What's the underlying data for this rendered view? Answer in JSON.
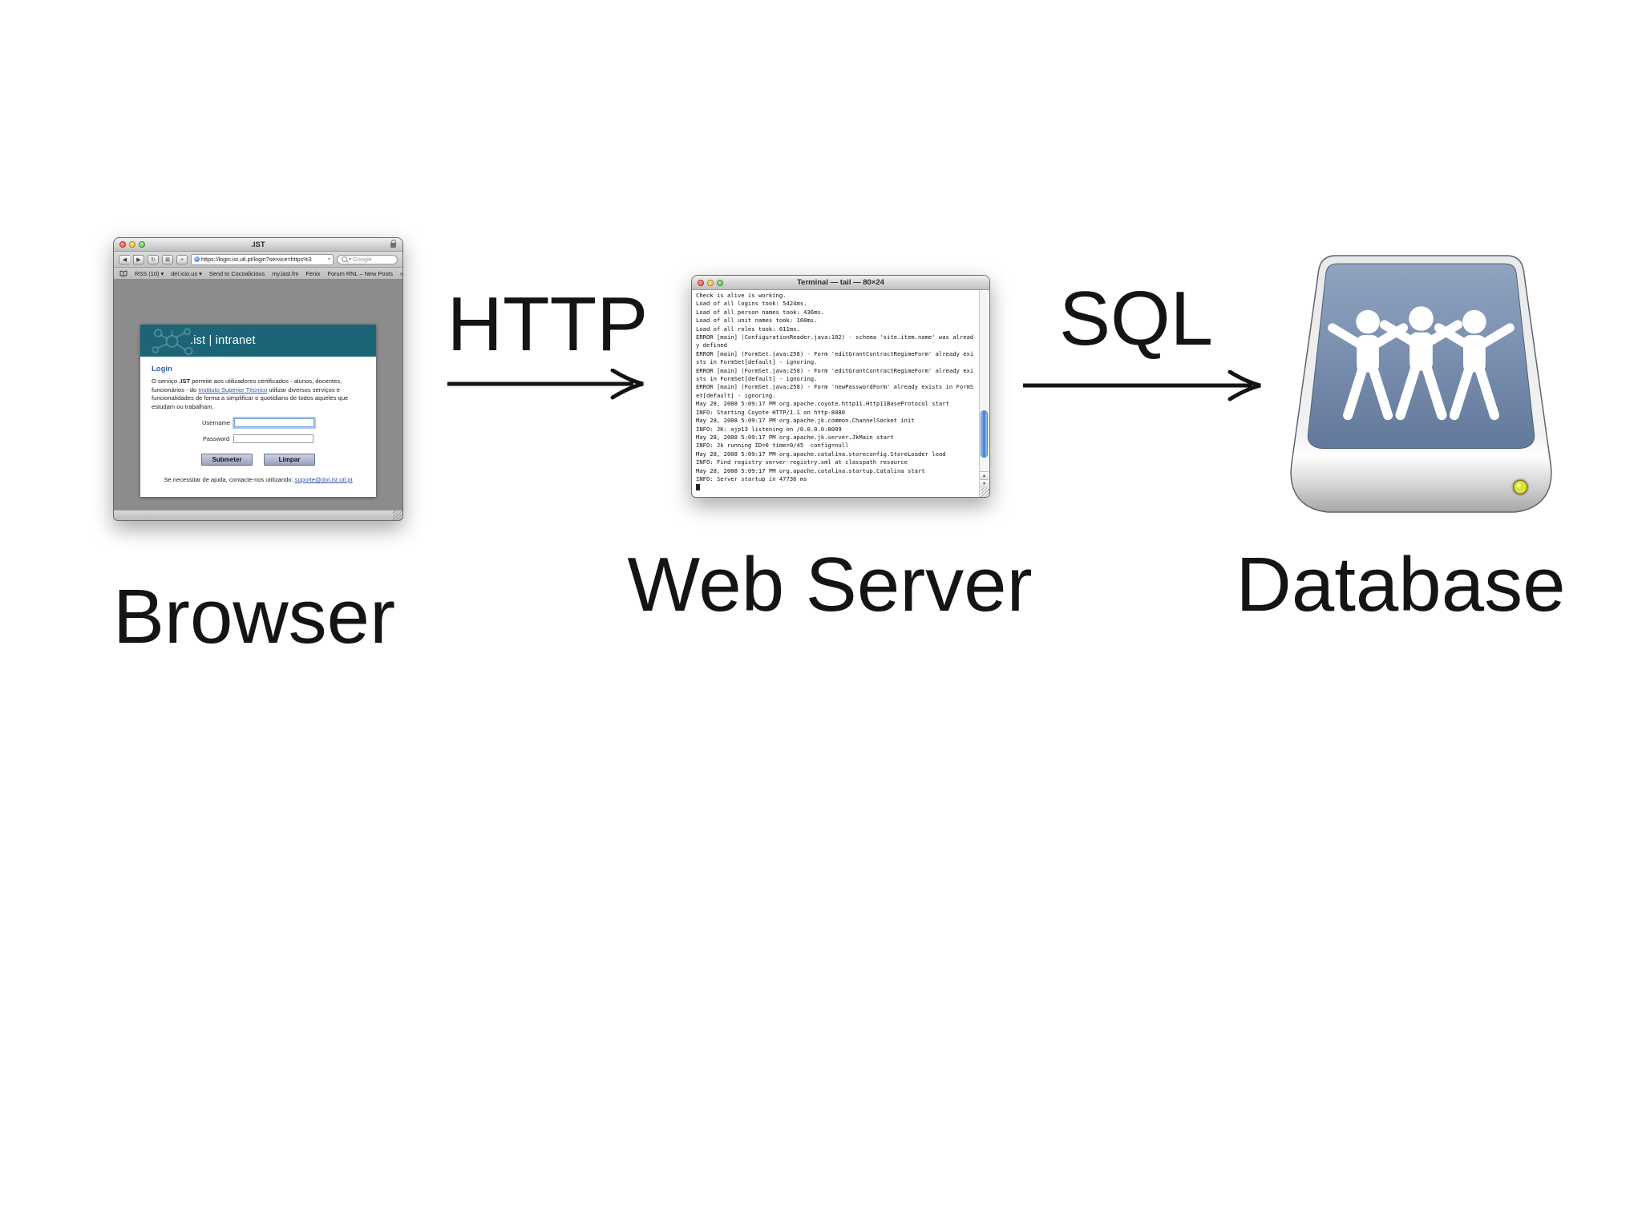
{
  "captions": {
    "browser": "Browser",
    "web_server": "Web Server",
    "database": "Database"
  },
  "arrows": {
    "http": "HTTP",
    "sql": "SQL"
  },
  "icons": {
    "back": "◀",
    "forward": "▶",
    "reload": "↻",
    "bug": "⊠",
    "add": "+",
    "dropdown": "▾",
    "up": "▲",
    "down": "▼"
  },
  "browser": {
    "window_title": ".IST",
    "toolbar": {
      "url": "https://login.ist.utl.pt/login?service=https%3",
      "search_text": "Google"
    },
    "bookmarks_bar": {
      "items": [
        "RSS (10) ▾",
        "del.icio.us ▾",
        "Send to Cocoalicious",
        "my.last.fm",
        "Fenix",
        "Forum RNL – New Posts",
        "»"
      ]
    },
    "page": {
      "brand": ".ist | intranet",
      "heading": "Login",
      "intro": {
        "pre": "O serviço ",
        "bold": ".IST",
        "mid": " permite aos utilizadores certificados - alunos, docentes, funcionários - do ",
        "link": "Instituto Superior Técnico",
        "post": " utilizar diversos serviços e funcionalidades de forma a simplificar o quotidiano de todos aqueles que estudam ou trabalham."
      },
      "form": {
        "username_label": "Username",
        "password_label": "Password",
        "submit_label": "Submeter",
        "reset_label": "Limpar"
      },
      "help": {
        "prefix": "Se necessitar de ajuda, contacte-nos utilizando: ",
        "link": "suporte@dot.ist.utl.pt"
      }
    }
  },
  "terminal": {
    "window_title": "Terminal — tail — 80×24",
    "lines": [
      "Check is alive is working.",
      "Load of all logins took: 5424ms.",
      "Load of all person names took: 436ms.",
      "Load of all unit names took: 160ms.",
      "Load of all roles took: 611ms.",
      "ERROR [main] (ConfigurationReader.java:102) - schema 'site.item.name' was alread",
      "y defined",
      "ERROR [main] (FormSet.java:258) - Form 'editGrantContractRegimeForm' already exi",
      "sts in FormSet[default] - ignoring.",
      "ERROR [main] (FormSet.java:258) - Form 'editGrantContractRegimeForm' already exi",
      "sts in FormSet[default] - ignoring.",
      "ERROR [main] (FormSet.java:258) - Form 'newPasswordForm' already exists in FormS",
      "et[default] - ignoring.",
      "May 28, 2008 5:09:17 PM org.apache.coyote.http11.Http11BaseProtocol start",
      "INFO: Starting Coyote HTTP/1.1 on http-8080",
      "May 28, 2008 5:09:17 PM org.apache.jk.common.ChannelSocket init",
      "INFO: JK: ajp13 listening on /0.0.0.0:8009",
      "May 28, 2008 5:09:17 PM org.apache.jk.server.JkMain start",
      "INFO: Jk running ID=0 time=0/45  config=null",
      "May 28, 2008 5:09:17 PM org.apache.catalina.storeconfig.StoreLoader load",
      "INFO: Find registry server-registry.xml at classpath resource",
      "May 28, 2008 5:09:17 PM org.apache.catalina.startup.Catalina start",
      "INFO: Server startup in 47736 ms"
    ]
  },
  "colors": {
    "page_header_teal": "#1b6577",
    "login_heading_blue": "#3a5fa5",
    "link_blue": "#3355aa",
    "form_button_bg": "#a9aec6",
    "db_top_blue": "#7b90ae",
    "db_led_yellow": "#d8e030",
    "terminal_scroll_thumb": "#3d7ad8",
    "arrow_black": "#141414"
  }
}
